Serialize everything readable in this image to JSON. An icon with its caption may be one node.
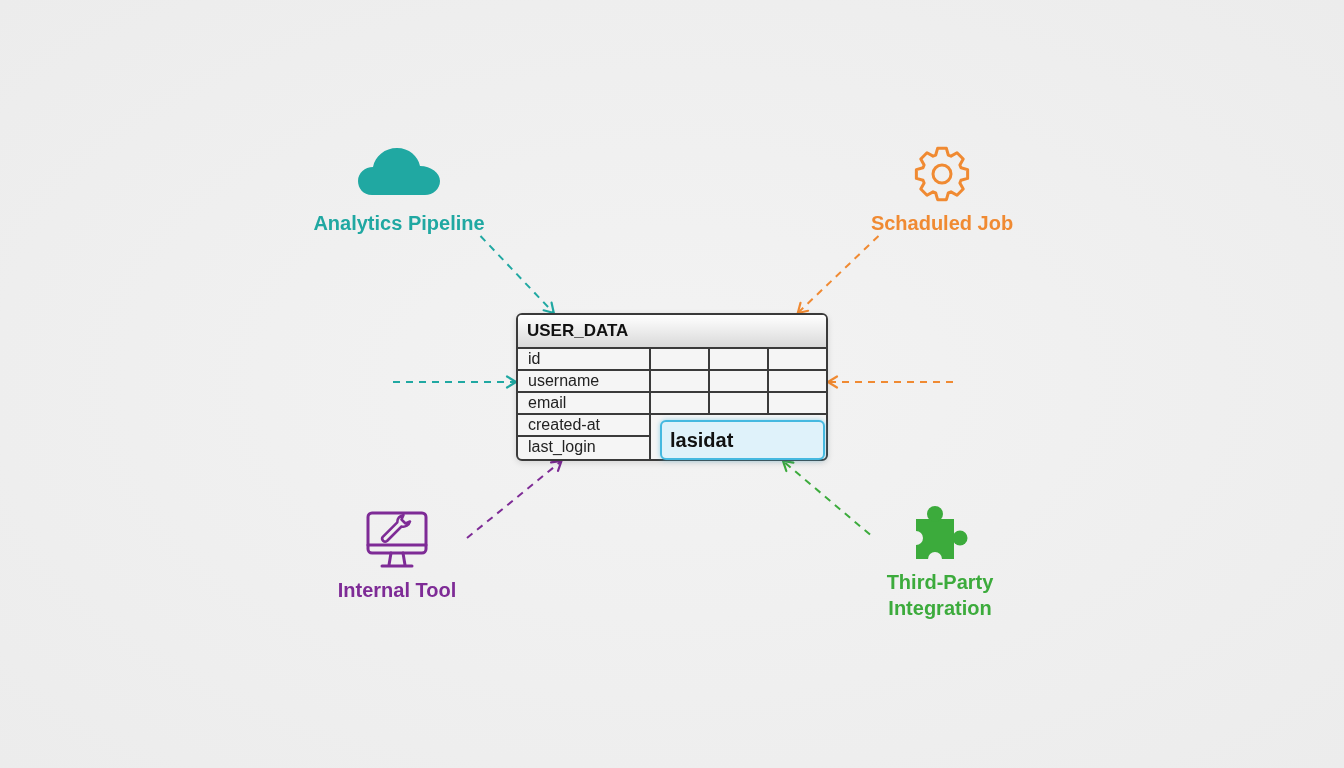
{
  "diagram": {
    "nodes": [
      {
        "text": [
          "Analytics Pipeline"
        ]
      },
      {
        "text": [
          "Schaduled Job"
        ]
      },
      {
        "text": [
          "USER_DATA",
          "id",
          "username",
          "email",
          "created-at",
          "last_login"
        ]
      },
      {
        "text": [
          "lasidat"
        ],
        "in": 2
      },
      {
        "text": [
          "Internal Tool"
        ]
      },
      {
        "text": [
          "Third-Party Integration"
        ]
      }
    ],
    "edges": [
      {
        "from": 0,
        "to": 2,
        "arrow": "to",
        "style": "dashed",
        "color": "#20a8a2"
      },
      {
        "from": 1,
        "to": 2,
        "arrow": "to",
        "style": "dashed",
        "color": "#f08a32"
      },
      {
        "from": null,
        "to": 2,
        "arrow": "to",
        "style": "dashed",
        "color": "#20a8a2"
      },
      {
        "from": null,
        "to": 2,
        "arrow": "to",
        "style": "dashed",
        "color": "#f08a32"
      },
      {
        "from": 4,
        "to": 2,
        "arrow": "to",
        "style": "dashed",
        "color": "#7e2b96"
      },
      {
        "from": 5,
        "to": 2,
        "arrow": "to",
        "style": "dashed",
        "color": "#3cab3c"
      }
    ]
  }
}
